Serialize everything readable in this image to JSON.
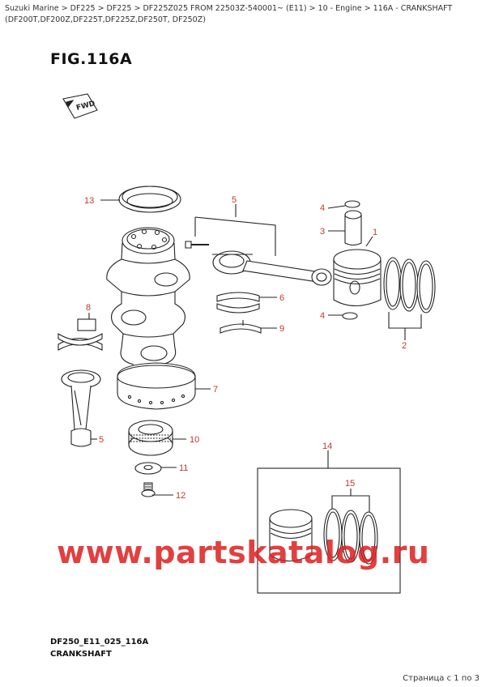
{
  "breadcrumb": "Suzuki Marine > DF225 > DF225 > DF225Z025 FROM 22503Z-540001~ (E11) > 10 - Engine > 116A - CRANKSHAFT (DF200T,DF200Z,DF225T,DF225Z,DF250T, DF250Z)",
  "figure": {
    "title": "FIG.116A",
    "code": "DF250_E11_025_116A",
    "subtitle": "CRANKSHAFT",
    "fwd_label": "FWD"
  },
  "callouts": [
    {
      "id": "1",
      "label": "1"
    },
    {
      "id": "2",
      "label": "2"
    },
    {
      "id": "3",
      "label": "3"
    },
    {
      "id": "4a",
      "label": "4"
    },
    {
      "id": "4b",
      "label": "4"
    },
    {
      "id": "5a",
      "label": "5"
    },
    {
      "id": "5b",
      "label": "5"
    },
    {
      "id": "6",
      "label": "6"
    },
    {
      "id": "7",
      "label": "7"
    },
    {
      "id": "8",
      "label": "8"
    },
    {
      "id": "9",
      "label": "9"
    },
    {
      "id": "10",
      "label": "10"
    },
    {
      "id": "11",
      "label": "11"
    },
    {
      "id": "12",
      "label": "12"
    },
    {
      "id": "13",
      "label": "13"
    },
    {
      "id": "14",
      "label": "14"
    },
    {
      "id": "15",
      "label": "15"
    }
  ],
  "watermark": "www.partskatalog.ru",
  "pagination": "Страница с 1 по 3",
  "colors": {
    "callout": "#c0392b",
    "watermark": "#dc1e1e",
    "line": "#222222"
  }
}
